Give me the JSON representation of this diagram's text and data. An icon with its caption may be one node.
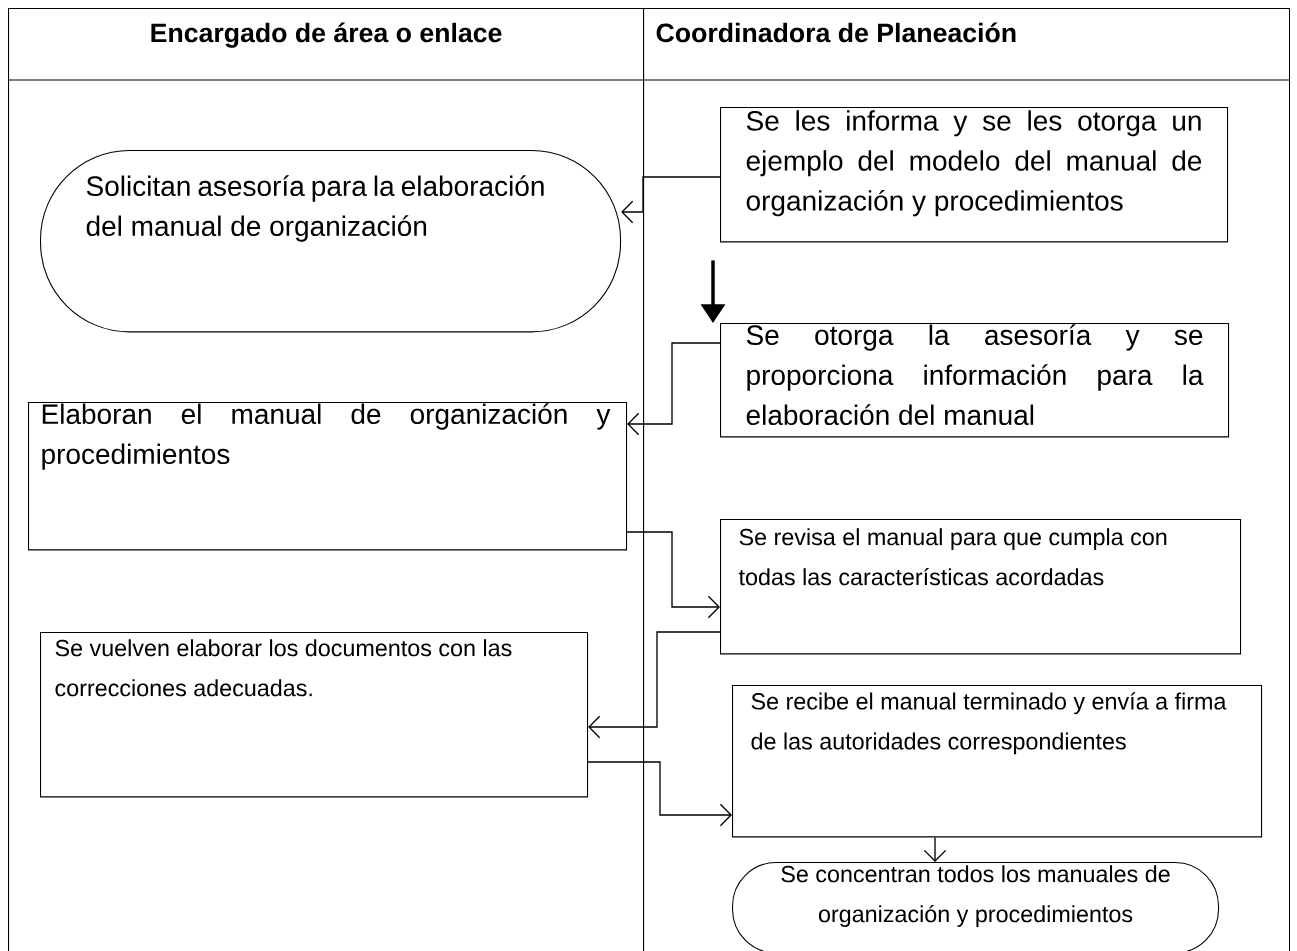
{
  "diagram": {
    "nodes": [
      {
        "text": [
          "Encargado de área o enlace"
        ]
      },
      {
        "text": [
          "Coordinadora de Planeación"
        ]
      },
      {
        "text": [
          "Se les informa y se les otorga un ejemplo del modelo del manual de organización y procedimientos"
        ],
        "in": 1
      },
      {
        "text": [
          "Solicitan asesoría para la elaboración del manual de organización"
        ],
        "in": 0
      },
      {
        "text": [
          "Se otorga la asesoría y se proporciona información para la elaboración del manual"
        ],
        "in": 1
      },
      {
        "text": [
          "Elaboran el manual de organización y procedimientos"
        ],
        "in": 0
      },
      {
        "text": [
          "Se revisa el manual para que cumpla con todas las características acordadas"
        ],
        "in": 1
      },
      {
        "text": [
          "Se vuelven elaborar los documentos con las correcciones adecuadas."
        ],
        "in": 0
      },
      {
        "text": [
          "Se recibe el manual terminado y  envía a firma de las autoridades correspondientes"
        ],
        "in": 1
      },
      {
        "text": [
          "Se concentran todos los manuales de organización y procedimientos"
        ],
        "in": 1
      }
    ],
    "edges": [
      {
        "from": 2,
        "to": 3,
        "arrow": "to"
      },
      {
        "from": 2,
        "to": 4,
        "arrow": "to",
        "style": "thick"
      },
      {
        "from": 4,
        "to": 5,
        "arrow": "to"
      },
      {
        "from": 5,
        "to": 6,
        "arrow": "to"
      },
      {
        "from": 6,
        "to": 7,
        "arrow": "to"
      },
      {
        "from": 7,
        "to": 8,
        "arrow": "to"
      },
      {
        "from": 8,
        "to": 9,
        "arrow": "to"
      }
    ]
  }
}
